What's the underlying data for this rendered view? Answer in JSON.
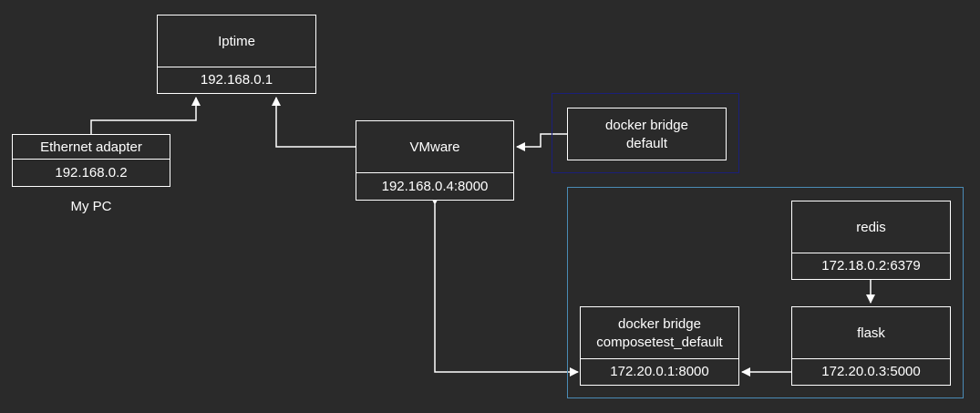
{
  "nodes": {
    "iptime": {
      "title": "Iptime",
      "address": "192.168.0.1"
    },
    "ethernet": {
      "title": "Ethernet adapter",
      "address": "192.168.0.2"
    },
    "vmware": {
      "title": "VMware",
      "address": "192.168.0.4:8000"
    },
    "docker_default": {
      "title_line1": "docker bridge",
      "title_line2": "default"
    },
    "redis": {
      "title": "redis",
      "address": "172.18.0.2:6379"
    },
    "flask": {
      "title": "flask",
      "address": "172.20.0.3:5000"
    },
    "docker_compose": {
      "title_line1": "docker bridge",
      "title_line2": "composetest_default",
      "address": "172.20.0.1:8000"
    }
  },
  "captions": {
    "my_pc": "My PC"
  },
  "colors": {
    "background": "#2a2a2a",
    "stroke": "#ffffff",
    "default_bridge_border": "#1a1f7a",
    "compose_group_border": "#4a8bb5"
  }
}
